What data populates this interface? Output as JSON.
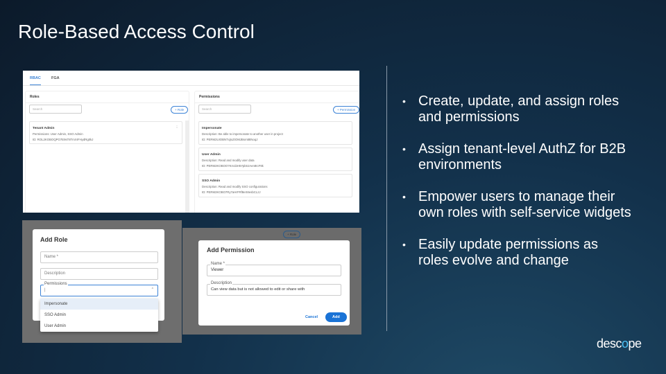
{
  "title": "Role-Based Access Control",
  "rbac_screen": {
    "tabs": [
      "RBAC",
      "FGA"
    ],
    "roles": {
      "heading": "Roles",
      "search_placeholder": "Search",
      "add_label": "+ Role",
      "items": [
        {
          "name": "Tenant Admin",
          "permissions": "Permissions: User Admin, SSO Admin",
          "id": "ID: ROL2KOBOQPO7E9sT8TmXIFHydRg0kJ"
        }
      ]
    },
    "permissions": {
      "heading": "Permissions",
      "search_placeholder": "Search",
      "add_label": "+ Permission",
      "items": [
        {
          "name": "Impersonate",
          "description": "Description: Be able to impersonate to another user in project",
          "id": "ID: PERM2UIOBNTxjIxZIOMJBsmt8tNoqJ"
        },
        {
          "name": "User Admin",
          "description": "Description: Read and modify user data",
          "id": "ID: PERM2KOBOO7Km1bH5Ypb0JAen8IcF9k"
        },
        {
          "name": "SSO Admin",
          "description": "Description: Read and modify SSO configurations",
          "id": "ID: PERM2KOBO7Ry7aHrFRf8eX8esbCLzJ"
        }
      ]
    }
  },
  "add_role": {
    "title": "Add Role",
    "name_placeholder": "Name *",
    "description_placeholder": "Description",
    "permissions_label": "Permissions",
    "options": [
      "Impersonate",
      "SSO Admin",
      "User Admin"
    ]
  },
  "add_permission": {
    "title": "Add Permission",
    "bg_button": "+ Role",
    "name_label": "Name *",
    "name_value": "Viewer",
    "description_label": "Description",
    "description_value": "Can view data but is not allowed to edit or share with",
    "cancel": "Cancel",
    "add": "Add"
  },
  "bullets": [
    "Create, update, and assign roles and permissions",
    "Assign tenant-level AuthZ for B2B environments",
    "Empower users to manage their own roles with self-service widgets",
    "Easily update permissions as roles evolve and change"
  ],
  "logo": {
    "pre": "desc",
    "mid": "o",
    "post": "pe"
  }
}
